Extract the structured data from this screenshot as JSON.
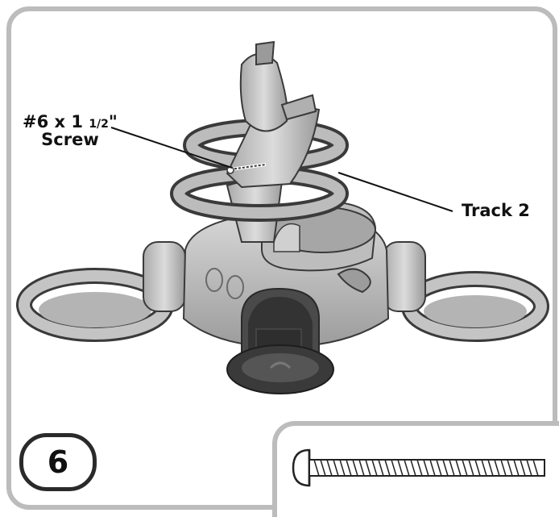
{
  "callouts": {
    "screw": {
      "line1_prefix": "#6 x 1 ",
      "line1_fraction": "1/2",
      "line1_suffix": "\"",
      "line2": "Screw"
    },
    "track": "Track 2"
  },
  "step_number": "6",
  "icons": {
    "main_illustration": "ball-track-toy-assembly-icon",
    "screw_detail": "screw-icon"
  },
  "colors": {
    "frame_border": "#bcbcbc",
    "toy_body": "#c8c8c8",
    "toy_shadow": "#8e8e8e",
    "toy_outline": "#3a3a3a",
    "dark_base": "#3a3a3a"
  }
}
